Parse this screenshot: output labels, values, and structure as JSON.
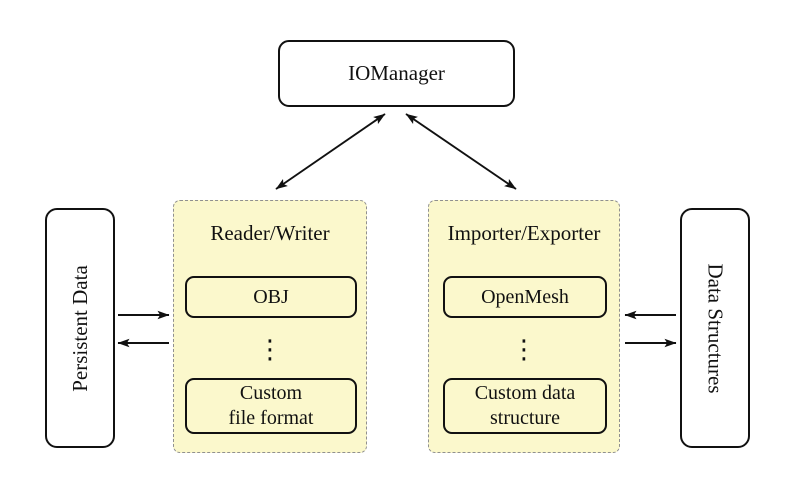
{
  "diagram": {
    "title_node": {
      "label": "IOManager"
    },
    "side_nodes": {
      "left": {
        "label": "Persistent Data"
      },
      "right": {
        "label": "Data Structures"
      }
    },
    "groups": {
      "reader_writer": {
        "title": "Reader/Writer",
        "top_box": "OBJ",
        "dots": "⋮",
        "bottom_box_line1": "Custom",
        "bottom_box_line2": "file format"
      },
      "importer_exporter": {
        "title": "Importer/Exporter",
        "top_box": "OpenMesh",
        "dots": "⋮",
        "bottom_box_line1": "Custom data",
        "bottom_box_line2": "structure"
      }
    },
    "arrows": {
      "iomanager_readerwriter": "bidirectional",
      "iomanager_importerexporter": "bidirectional",
      "persistentdata_to_readerwriter": "right",
      "readerwriter_to_persistentdata": "left",
      "datastructures_to_importerexporter": "left",
      "importerexporter_to_datastructures": "right"
    },
    "colors": {
      "group_fill": "#FBF8CC",
      "group_border": "#909090",
      "node_border": "#111111",
      "background": "#ffffff",
      "arrow": "#111111"
    }
  }
}
